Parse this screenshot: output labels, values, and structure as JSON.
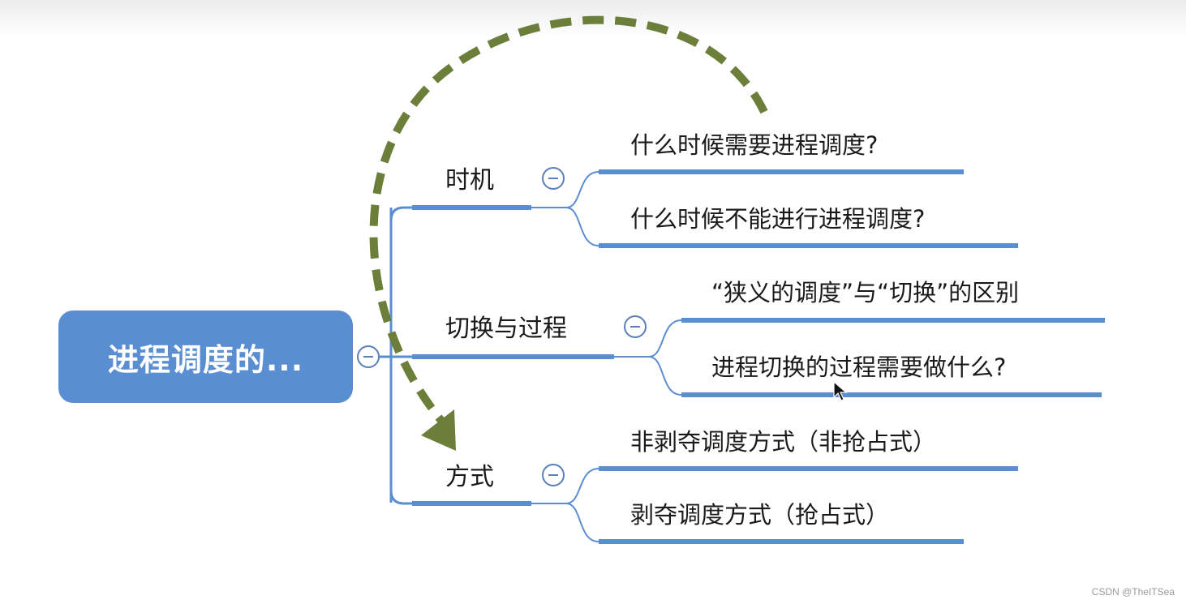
{
  "root": {
    "label": "进程调度的..."
  },
  "branches": [
    {
      "label": "时机",
      "children": [
        {
          "label": "什么时候需要进程调度?"
        },
        {
          "label": "什么时候不能进行进程调度?"
        }
      ]
    },
    {
      "label": "切换与过程",
      "children": [
        {
          "label": "“狭义的调度”与“切换”的区别"
        },
        {
          "label": "进程切换的过程需要做什么?"
        }
      ]
    },
    {
      "label": "方式",
      "children": [
        {
          "label": "非剥夺调度方式（非抢占式）"
        },
        {
          "label": "剥夺调度方式（抢占式）"
        }
      ]
    }
  ],
  "watermark": "CSDN @TheITSea",
  "colors": {
    "root_fill": "#5a8ed2",
    "connector": "#5a8ed2",
    "dashed_arrow": "#6b7f3a",
    "collapse_icon": "#5b7fb8"
  },
  "icons": [
    "collapse-icon",
    "mouse-pointer-icon"
  ]
}
